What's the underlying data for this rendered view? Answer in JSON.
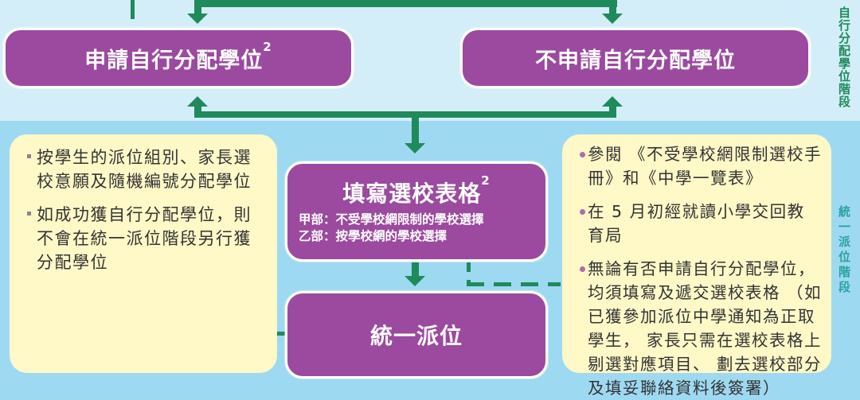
{
  "stage_labels": {
    "top": "自行分配學位階段",
    "bottom": "統一派位階段"
  },
  "boxes": {
    "apply_dp": {
      "title": "申請自行分配學位",
      "footnote": "2"
    },
    "not_apply_dp": {
      "title": "不申請自行分配學位"
    },
    "choice_form": {
      "title": "填寫選校表格",
      "footnote": "2",
      "part_a": "甲部：不受學校網限制的學校選擇",
      "part_b": "乙部：按學校網的學校選擇"
    },
    "cpa": {
      "title": "統一派位"
    }
  },
  "notes_left": {
    "items": [
      "按學生的派位組別、家長選校意願及隨機編號分配學位",
      "如成功獲自行分配學位，則不會在統一派位階段另行獲分配學位"
    ]
  },
  "notes_right": {
    "items": [
      "參閱 《不受學校網限制選校手冊》和《中學一覽表》",
      "在 5 月初經就讀小學交回教育局",
      "無論有否申請自行分配學位，均須填寫及遞交選校表格 （如已獲參加派位中學通知為正取學生， 家長只需在選校表格上剔選對應項目、 劃去選校部分及填妥聯絡資料後簽署）"
    ]
  },
  "colors": {
    "box_purple": "#9b4a9f",
    "arrow_green": "#1f8a5b",
    "top_band": "#d3eef8",
    "bottom_band": "#9ed9f2",
    "note_yellow": "#fff8c7",
    "label_teal": "#2aa2a0"
  }
}
